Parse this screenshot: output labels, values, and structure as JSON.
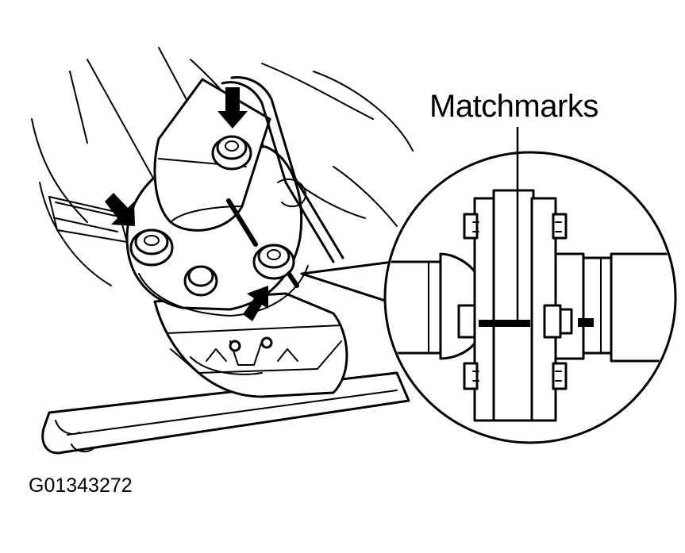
{
  "callout": {
    "label": "Matchmarks"
  },
  "figure_id": "G01343272",
  "markers": {
    "bolt_arrow_icon": "bolt-location-arrow",
    "count": 3
  },
  "colors": {
    "ink": "#000000",
    "paper": "#ffffff"
  }
}
